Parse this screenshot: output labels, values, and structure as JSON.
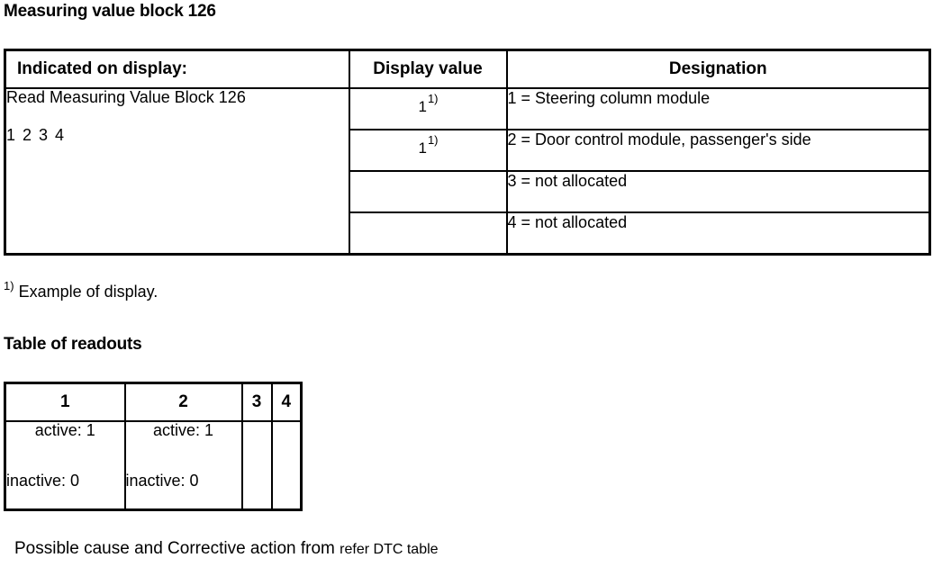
{
  "document": {
    "title": "Measuring value block 126",
    "section_title": "Table of readouts",
    "footnote": {
      "mark": "1)",
      "text": " Example of display."
    },
    "bottom_note": {
      "main_text": "Possible cause and Corrective action from",
      "reference_text": "refer DTC table"
    }
  },
  "main_table": {
    "headers": {
      "indicated": "Indicated on display:",
      "display_value": "Display value",
      "designation": "Designation"
    },
    "indicated_cell": {
      "line1": "Read Measuring Value Block 126",
      "line2": "1 2 3 4"
    },
    "rows": [
      {
        "display_value": "1",
        "display_value_mark": "1)",
        "designation": "1 = Steering column module"
      },
      {
        "display_value": "1",
        "display_value_mark": "1)",
        "designation": "2 = Door control module, passenger's side"
      },
      {
        "display_value": "",
        "display_value_mark": "",
        "designation": "3 = not allocated"
      },
      {
        "display_value": "",
        "display_value_mark": "",
        "designation": "4 = not allocated"
      }
    ]
  },
  "readouts_table": {
    "headers": [
      "1",
      "2",
      "3",
      "4"
    ],
    "cells": [
      {
        "active": "active: 1",
        "inactive": "inactive: 0"
      },
      {
        "active": "active: 1",
        "inactive": "inactive: 0"
      },
      {
        "active": "",
        "inactive": ""
      },
      {
        "active": "",
        "inactive": ""
      }
    ]
  },
  "colors": {
    "text": "#000000",
    "background": "#ffffff",
    "border": "#000000"
  }
}
